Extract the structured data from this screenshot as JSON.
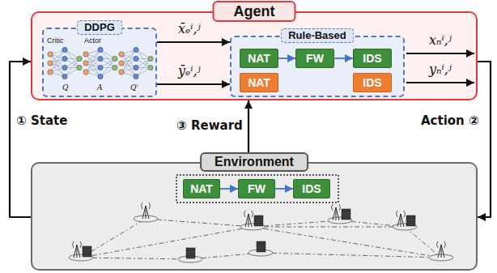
{
  "diagram": {
    "nodes": [
      {
        "text": [
          "Agent"
        ]
      },
      {
        "text": [
          "DDPG"
        ],
        "in": 0
      },
      {
        "text": [
          "Rule-Based"
        ],
        "in": 0
      },
      {
        "text": [
          "NAT"
        ],
        "in": 2
      },
      {
        "text": [
          "FW"
        ],
        "in": 2
      },
      {
        "text": [
          "IDS"
        ],
        "in": 2
      },
      {
        "text": [
          "NAT"
        ],
        "in": 2
      },
      {
        "text": [
          "IDS"
        ],
        "in": 2
      },
      {
        "text": [
          "Environment"
        ]
      },
      {
        "text": [
          "NAT"
        ],
        "in": 8
      },
      {
        "text": [
          "FW"
        ],
        "in": 8
      },
      {
        "text": [
          "IDS"
        ],
        "in": 8
      }
    ],
    "edges": [
      {
        "from": 1,
        "to": 2,
        "arrow": "to",
        "label": "x̄ₑⁱ,ʲ"
      },
      {
        "from": 1,
        "to": 2,
        "arrow": "to",
        "label": "ȳₑⁱ,ʲ"
      },
      {
        "from": 3,
        "to": 4,
        "arrow": "to"
      },
      {
        "from": 4,
        "to": 5,
        "arrow": "to"
      },
      {
        "from": 9,
        "to": 10,
        "arrow": "to"
      },
      {
        "from": 10,
        "to": 11,
        "arrow": "to"
      },
      {
        "from": 8,
        "to": 0,
        "arrow": "to",
        "label": "① State"
      },
      {
        "from": 0,
        "to": 8,
        "arrow": "to",
        "label": "Action ②"
      },
      {
        "from": 8,
        "to": 0,
        "arrow": "to",
        "label": "③ Reward"
      }
    ],
    "labels": [
      "Critic",
      "Actor",
      "Q",
      "A",
      "Q'",
      "xₙⁱ,ʲ",
      "yₙⁱ,ʲ"
    ]
  }
}
